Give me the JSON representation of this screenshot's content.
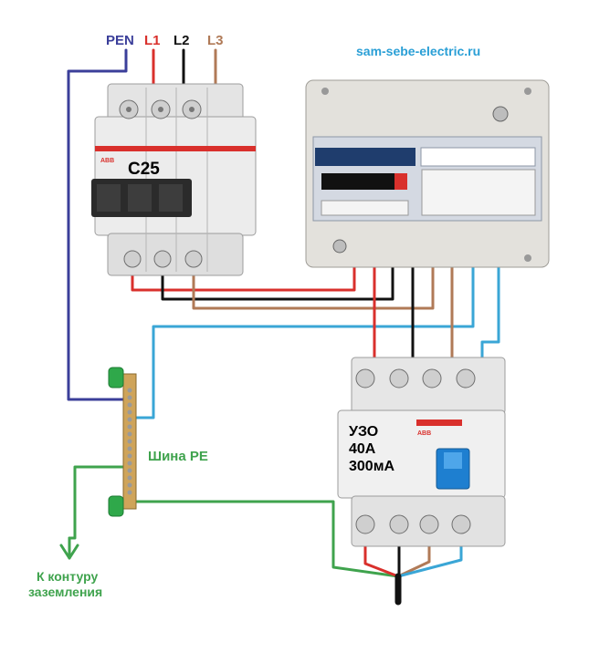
{
  "site": "sam-sebe-electric.ru",
  "inputs": {
    "pen": "PEN",
    "l1": "L1",
    "l2": "L2",
    "l3": "L3"
  },
  "breaker": {
    "label": "C25",
    "brand": "ABB"
  },
  "rcd": {
    "line1": "УЗО",
    "line2": "40А",
    "line3": "300мА",
    "brand": "ABB"
  },
  "pe_bus": {
    "label": "Шина PE"
  },
  "ground": {
    "line1": "К контуру",
    "line2": "заземления"
  },
  "colors": {
    "pen": "#3b3f9a",
    "l1": "#d9302c",
    "l2": "#111111",
    "l3": "#b07a57",
    "neutral": "#3aa6d6",
    "pe": "#3fa34d",
    "site": "#2a9fd6"
  }
}
